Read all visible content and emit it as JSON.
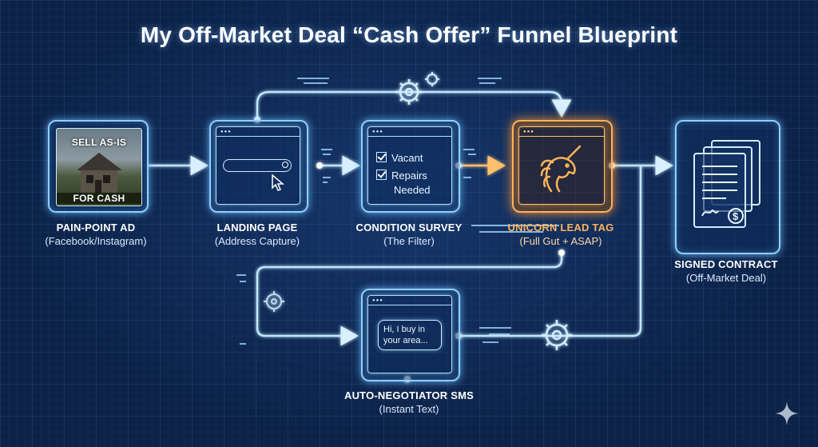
{
  "title": "My Off-Market Deal “Cash Offer” Funnel Blueprint",
  "nodes": {
    "ad": {
      "name": "PAIN-POINT AD",
      "sub": "(Facebook/Instagram)",
      "image_top": "SELL AS-IS",
      "image_bottom": "FOR CASH",
      "icon": "house-photo"
    },
    "landing": {
      "name": "LANDING PAGE",
      "sub": "(Address Capture)",
      "icon": "search-bar-cursor-icon"
    },
    "survey": {
      "name": "CONDITION SURVEY",
      "sub": "(The Filter)",
      "items": [
        "Vacant",
        "Repairs",
        "Needed"
      ],
      "icon": "checklist-icon"
    },
    "unicorn": {
      "name": "UNICORN LEAD TAG",
      "sub": "(Full Gut + ASAP)",
      "icon": "unicorn-icon",
      "accent": "#ffb35a"
    },
    "contract": {
      "name": "SIGNED CONTRACT",
      "sub": "(Off-Market Deal)",
      "icon": "contract-documents-icon"
    },
    "sms": {
      "name": "AUTO-NEGOTIATOR SMS",
      "sub": "(Instant Text)",
      "bubble": "Hi, I buy in your area...",
      "icon": "chat-bubble-icon"
    }
  },
  "colors": {
    "glow": "#8fd0ff",
    "accent": "#ffb35a",
    "background": "#0c2247"
  }
}
